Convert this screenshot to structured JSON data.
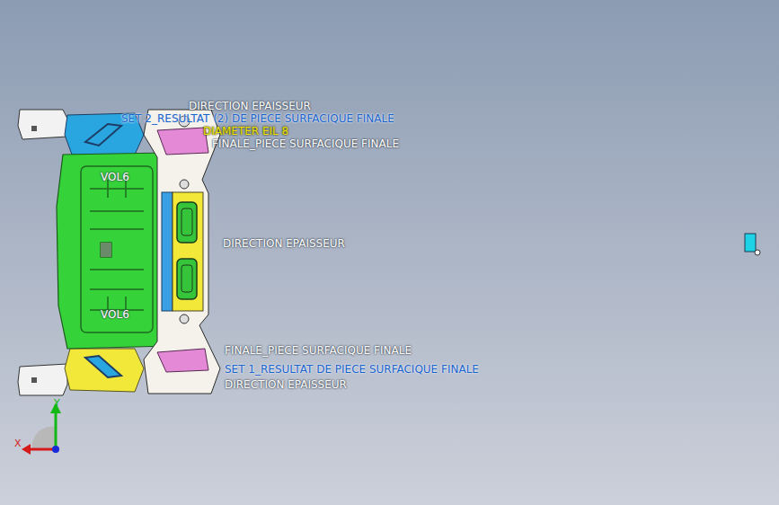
{
  "diagram": {
    "labels": [
      "DIRECTION EPAISSEUR",
      "SET 2_RESULTAT (2) DE PIECE SURFACIQUE FINALE",
      "DIAMETER EIL 8",
      "FINALE_PIECE SURFACIQUE FINALE",
      "VOL6",
      "DIRECTION EPAISSEUR",
      "VOL6",
      "FINALE_PIECE SURFACIQUE FINALE",
      "SET 1_RESULTAT DE PIECE SURFACIQUE FINALE",
      "DIRECTION EPAISSEUR"
    ]
  }
}
